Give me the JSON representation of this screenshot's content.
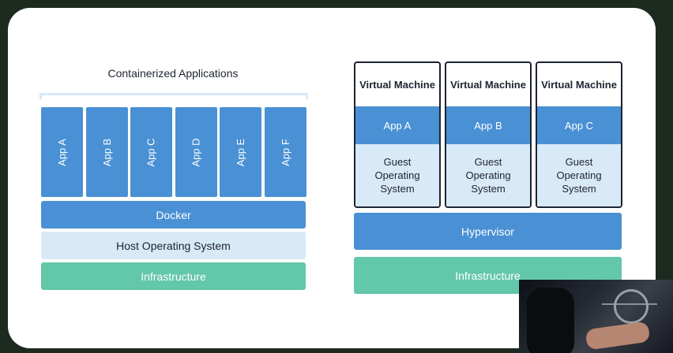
{
  "left_panel": {
    "caption": "Containerized Applications",
    "apps": [
      "App A",
      "App B",
      "App C",
      "App D",
      "App E",
      "App F"
    ],
    "docker": "Docker",
    "host_os": "Host Operating System",
    "infrastructure": "Infrastructure"
  },
  "right_panel": {
    "vms": [
      {
        "title": "Virtual Machine",
        "app": "App A",
        "guest_os": "Guest\nOperating\nSystem"
      },
      {
        "title": "Virtual Machine",
        "app": "App B",
        "guest_os": "Guest\nOperating\nSystem"
      },
      {
        "title": "Virtual Machine",
        "app": "App C",
        "guest_os": "Guest\nOperating\nSystem"
      }
    ],
    "hypervisor": "Hypervisor",
    "infrastructure": "Infrastructure"
  },
  "colors": {
    "blue": "#4a90d4",
    "light_blue": "#d8e9f8",
    "green": "#63c7a9",
    "outline": "#1d2330"
  },
  "webcam_overlay": {
    "icon": "video-feed"
  }
}
